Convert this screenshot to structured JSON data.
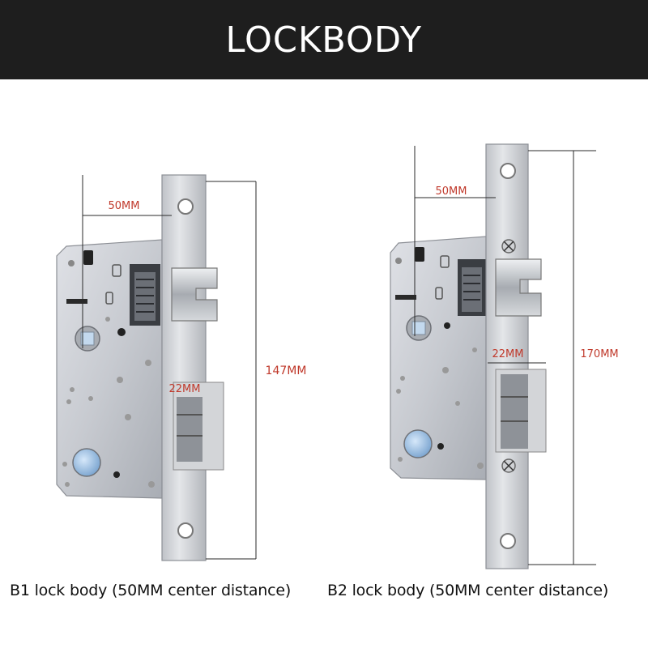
{
  "header": {
    "title": "LOCKBODY"
  },
  "colors": {
    "header_bg": "#1e1e1e",
    "dimension_text": "#c0392b",
    "metal": "#c9ccd2",
    "keyhole": "#9ec2e6"
  },
  "b1": {
    "center_distance_label": "50MM",
    "latch_label": "22MM",
    "height_label": "147MM",
    "caption": "B1 lock body (50MM center distance)"
  },
  "b2": {
    "center_distance_label": "50MM",
    "latch_label": "22MM",
    "height_label": "170MM",
    "caption": "B2 lock body (50MM center distance)"
  }
}
